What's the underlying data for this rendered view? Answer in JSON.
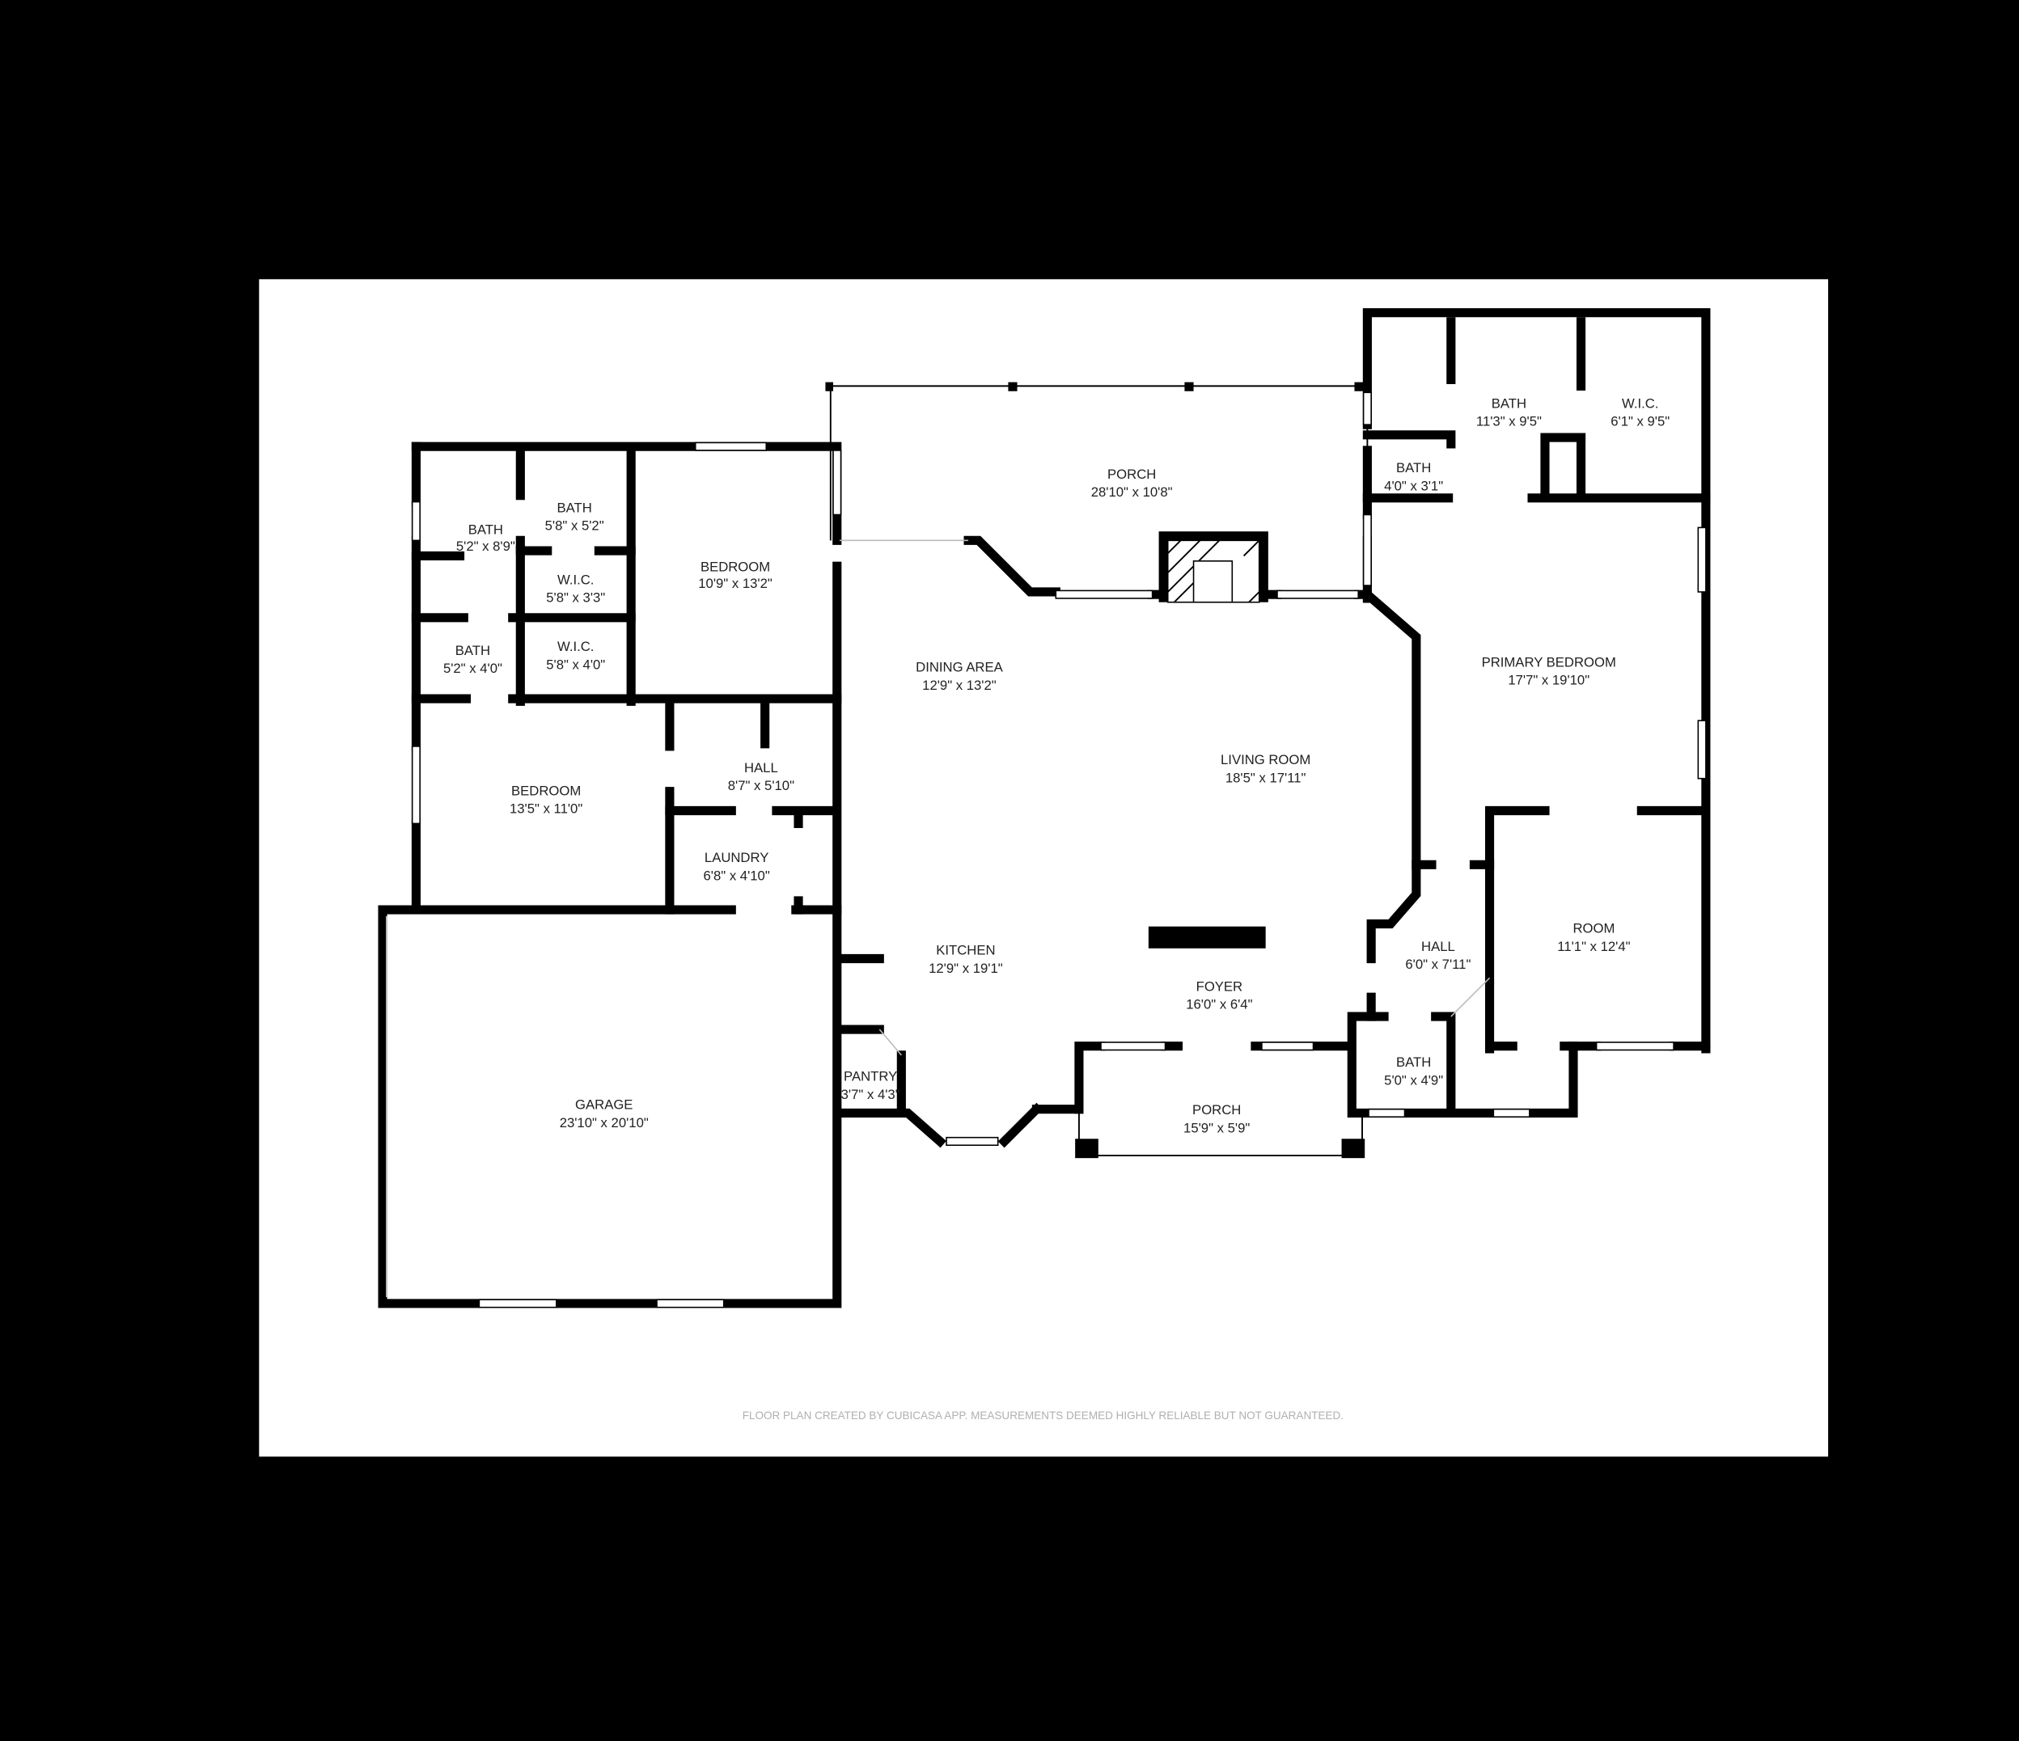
{
  "rooms": {
    "bath_a": {
      "name": "BATH",
      "size": "5'2\" x 8'9\""
    },
    "bath_b": {
      "name": "BATH",
      "size": "5'8\" x 5'2\""
    },
    "wic_a": {
      "name": "W.I.C.",
      "size": "5'8\" x 3'3\""
    },
    "bath_c": {
      "name": "BATH",
      "size": "5'2\" x 4'0\""
    },
    "wic_b": {
      "name": "W.I.C.",
      "size": "5'8\" x 4'0\""
    },
    "bedroom_a": {
      "name": "BEDROOM",
      "size": "10'9\" x 13'2\""
    },
    "bedroom_b": {
      "name": "BEDROOM",
      "size": "13'5\" x 11'0\""
    },
    "hall_a": {
      "name": "HALL",
      "size": "8'7\" x 5'10\""
    },
    "laundry": {
      "name": "LAUNDRY",
      "size": "6'8\" x 4'10\""
    },
    "garage": {
      "name": "GARAGE",
      "size": "23'10\" x 20'10\""
    },
    "porch_back": {
      "name": "PORCH",
      "size": "28'10\" x 10'8\""
    },
    "dining": {
      "name": "DINING AREA",
      "size": "12'9\" x 13'2\""
    },
    "living": {
      "name": "LIVING ROOM",
      "size": "18'5\" x 17'11\""
    },
    "kitchen": {
      "name": "KITCHEN",
      "size": "12'9\" x 19'1\""
    },
    "foyer": {
      "name": "FOYER",
      "size": "16'0\" x 6'4\""
    },
    "pantry": {
      "name": "PANTRY",
      "size": "3'7\" x 4'3\""
    },
    "porch_front": {
      "name": "PORCH",
      "size": "15'9\" x 5'9\""
    },
    "bath_primary": {
      "name": "BATH",
      "size": "11'3\" x 9'5\""
    },
    "wic_primary": {
      "name": "W.I.C.",
      "size": "6'1\" x 9'5\""
    },
    "bath_small": {
      "name": "BATH",
      "size": "4'0\" x 3'1\""
    },
    "primary_bedroom": {
      "name": "PRIMARY BEDROOM",
      "size": "17'7\" x 19'10\""
    },
    "room": {
      "name": "ROOM",
      "size": "11'1\" x 12'4\""
    },
    "hall_b": {
      "name": "HALL",
      "size": "6'0\" x 7'11\""
    },
    "bath_d": {
      "name": "BATH",
      "size": "5'0\" x 4'9\""
    }
  },
  "footer": "FLOOR PLAN CREATED BY CUBICASA APP. MEASUREMENTS DEEMED HIGHLY RELIABLE BUT NOT GUARANTEED.",
  "colors": {
    "wall": "#000000",
    "paper": "#ffffff",
    "backdrop": "#000000",
    "footer_text": "#b0b0b0"
  }
}
